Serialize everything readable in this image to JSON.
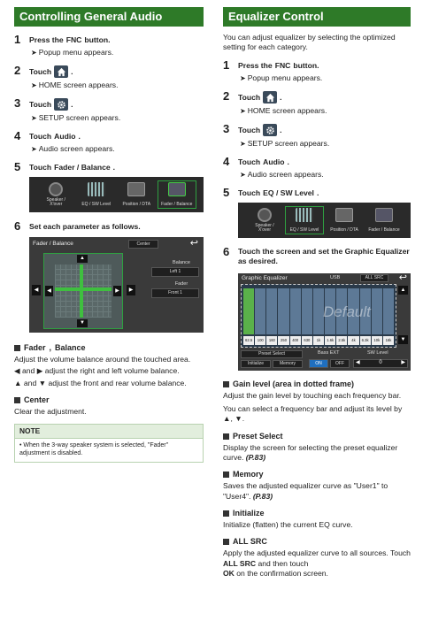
{
  "left": {
    "title": "Controlling General Audio",
    "steps": [
      {
        "num": "1",
        "pre": "Press the",
        "key": "FNC",
        "post": "button.",
        "result": "Popup menu appears."
      },
      {
        "num": "2",
        "pre": "Touch",
        "icon": "home-icon",
        "result": "HOME screen appears."
      },
      {
        "num": "3",
        "pre": "Touch",
        "icon": "gear-icon",
        "result": "SETUP screen appears."
      },
      {
        "num": "4",
        "pre": "Touch",
        "key": "Audio",
        "result": "Audio screen appears."
      },
      {
        "num": "5",
        "pre": "Touch",
        "key": "Fader / Balance"
      },
      {
        "num": "6",
        "text": "Set each parameter as follows."
      }
    ],
    "menu": [
      {
        "label1": "Speaker /",
        "label2": "X'over"
      },
      {
        "label1": "EQ / SW Level",
        "label2": ""
      },
      {
        "label1": "Position / DTA",
        "label2": ""
      },
      {
        "label1": "Fader / Balance",
        "label2": "",
        "highlight": true
      }
    ],
    "fader_screen": {
      "title": "Fader / Balance",
      "center_btn": "Center",
      "balance_label": "Balance",
      "balance_value": "Left 1",
      "fader_label": "Fader",
      "fader_value": "Front 1"
    },
    "fader_head": {
      "a": "Fader",
      "b": "Balance"
    },
    "fader_para1": "Adjust the volume balance around the touched area.",
    "fader_para2": "◀ and ▶ adjust the right and left volume balance.",
    "fader_para3": "▲ and ▼ adjust the front and rear volume balance.",
    "center_head": "Center",
    "center_para": "Clear the adjustment.",
    "note": {
      "head": "NOTE",
      "body": "• When the 3-way speaker system is selected, \"Fader\" adjustment is disabled."
    }
  },
  "right": {
    "title": "Equalizer Control",
    "intro": "You can adjust equalizer by selecting the optimized setting for each category.",
    "steps": [
      {
        "num": "1",
        "pre": "Press the",
        "key": "FNC",
        "post": "button.",
        "result": "Popup menu appears."
      },
      {
        "num": "2",
        "pre": "Touch",
        "icon": "home-icon",
        "result": "HOME screen appears."
      },
      {
        "num": "3",
        "pre": "Touch",
        "icon": "gear-icon",
        "result": "SETUP screen appears."
      },
      {
        "num": "4",
        "pre": "Touch",
        "key": "Audio",
        "result": "Audio screen appears."
      },
      {
        "num": "5",
        "pre": "Touch",
        "key": "EQ / SW Level"
      },
      {
        "num": "6",
        "text": "Touch the screen and set the Graphic Equalizer as desired."
      }
    ],
    "menu": [
      {
        "label1": "Speaker /",
        "label2": "X'over"
      },
      {
        "label1": "EQ / SW Level",
        "label2": "",
        "highlight": true
      },
      {
        "label1": "Position / DTA",
        "label2": ""
      },
      {
        "label1": "Fader / Balance",
        "label2": ""
      }
    ],
    "eq_screen": {
      "title": "Graphic Equalizer",
      "source": "USB",
      "all_src": "ALL SRC",
      "preset_label": "Default",
      "bands": [
        "62.5",
        "100",
        "160",
        "250",
        "400",
        "630",
        "1k",
        "1.6k",
        "2.5k",
        "4k",
        "6.3k",
        "10k",
        "16k"
      ],
      "preset_select": "Preset Select",
      "bass_ext": "Bass EXT",
      "sw_level": "SW Level",
      "initialize": "Initialize",
      "memory": "Memory",
      "on": "ON",
      "off": "OFF",
      "sw_value": "0"
    },
    "gain_head": "Gain level (area in dotted frame)",
    "gain_para1": "Adjust the gain level by touching each frequency bar.",
    "gain_para2": "You can select a frequency bar and adjust its level by ▲, ▼.",
    "preset_head": "Preset Select",
    "preset_para": "Display the screen for selecting the preset equalizer curve.",
    "preset_ref": "(P.83)",
    "memory_head": "Memory",
    "memory_para": "Saves the adjusted equalizer curve as \"User1\" to \"User4\".",
    "memory_ref": "(P.83)",
    "init_head": "Initialize",
    "init_para": "Initialize (flatten) the current EQ curve.",
    "allsrc_head": "ALL SRC",
    "allsrc_para1": "Apply the adjusted equalizer curve to all sources. Touch",
    "allsrc_key": "ALL SRC",
    "allsrc_para2": "and then touch",
    "allsrc_ok": "OK",
    "allsrc_para3": "on the confirmation screen."
  },
  "colors": {
    "accent": "#2e7a28",
    "screen_bg": "#3a3a3a",
    "highlight": "#2ea040",
    "eq_bar": "#6f8fb0"
  }
}
